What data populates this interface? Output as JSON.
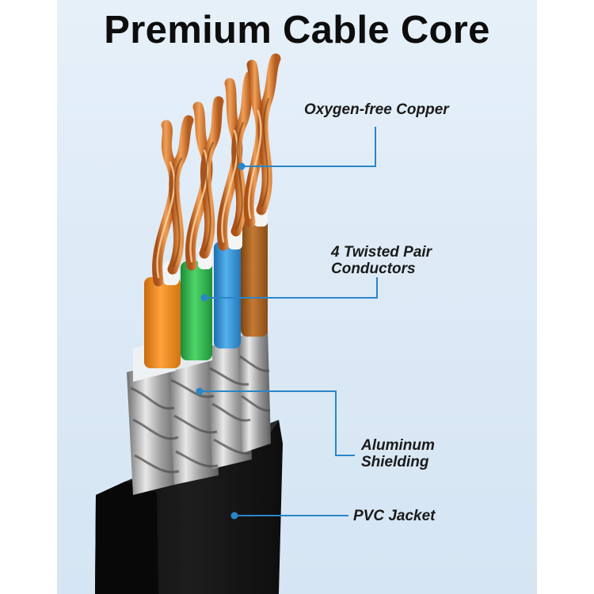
{
  "title": "Premium Cable Core",
  "callouts": {
    "copper": {
      "label": "Oxygen-free Copper"
    },
    "pairs": {
      "line1": "4 Twisted Pair",
      "line2": "Conductors"
    },
    "shielding": {
      "line1": "Aluminum",
      "line2": "Shielding"
    },
    "jacket": {
      "label": "PVC Jacket"
    }
  },
  "colors": {
    "leader_line": "#2a86c8",
    "copper": "#d0772a",
    "pair_orange": "#f08a1c",
    "pair_green": "#2bb04a",
    "pair_blue": "#2f8fd0",
    "pair_brown": "#a5601f",
    "foil": "#9a9a9a",
    "jacket": "#151515"
  }
}
